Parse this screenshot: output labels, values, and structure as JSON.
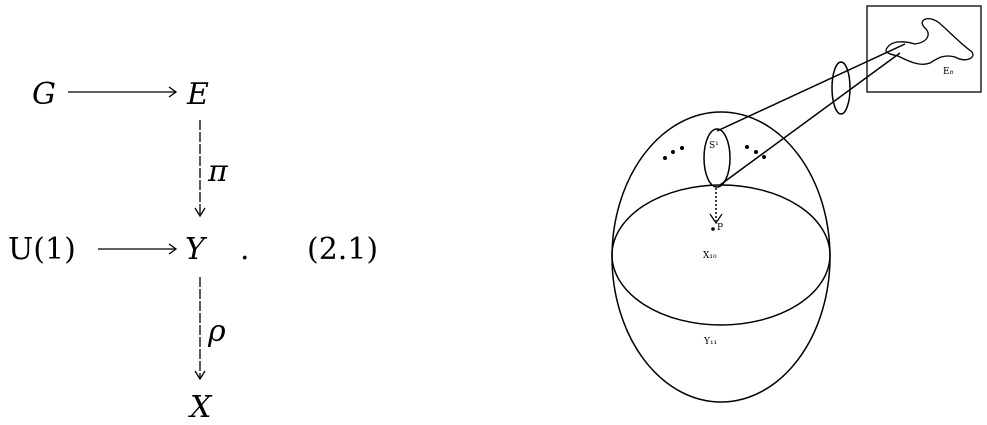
{
  "diagram": {
    "nodes": {
      "G": "G",
      "E": "E",
      "U1": "U(1)",
      "Y": "Y",
      "X": "X"
    },
    "maps": {
      "pi": "π",
      "rho": "ρ"
    },
    "period": ".",
    "equation_number": "(2.1)"
  },
  "figure": {
    "labels": {
      "s1": "S¹",
      "p": "P",
      "x10": "X₁₀",
      "y11": "Y₁₁",
      "e8": "E₈"
    }
  }
}
